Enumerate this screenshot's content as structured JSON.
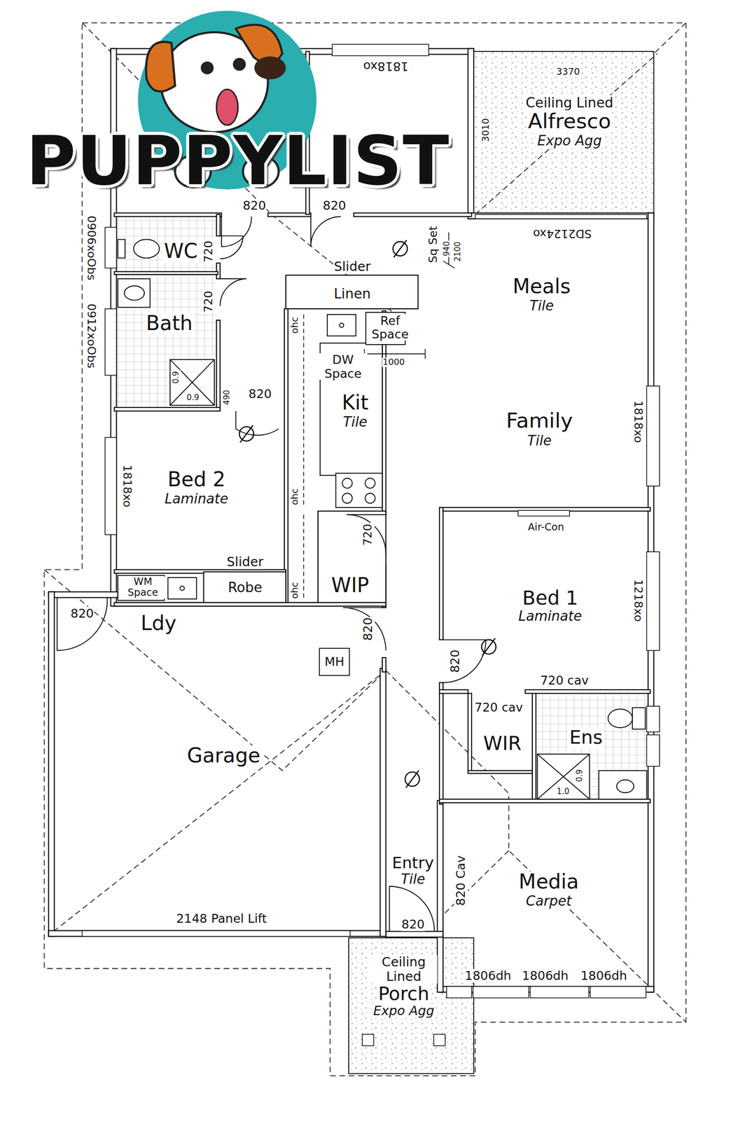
{
  "diagram": {
    "nodes": [
      {
        "text": [
          "Ceiling Lined",
          "Alfresco",
          "Expo Agg"
        ]
      },
      {
        "text": [
          "WC"
        ]
      },
      {
        "text": [
          "Meals",
          "Tile"
        ]
      },
      {
        "text": [
          "Linen"
        ]
      },
      {
        "text": [
          "Bath"
        ]
      },
      {
        "text": [
          "Kit",
          "Tile"
        ]
      },
      {
        "text": [
          "Family",
          "Tile"
        ]
      },
      {
        "text": [
          "Bed 2",
          "Laminate"
        ]
      },
      {
        "text": [
          "Robe"
        ]
      },
      {
        "text": [
          "WIP"
        ]
      },
      {
        "text": [
          "Bed 1",
          "Laminate"
        ]
      },
      {
        "text": [
          "Ldy"
        ]
      },
      {
        "text": [
          "WIR"
        ]
      },
      {
        "text": [
          "Ens"
        ]
      },
      {
        "text": [
          "Garage"
        ]
      },
      {
        "text": [
          "Entry",
          "Tile"
        ]
      },
      {
        "text": [
          "Media",
          "Carpet"
        ]
      },
      {
        "text": [
          "Ceiling Lined",
          "Porch",
          "Expo Agg"
        ]
      }
    ],
    "labels": [
      "PUPPYLIST",
      "1818xo",
      "3370",
      "3010",
      "820",
      "820",
      "0906xoObs",
      "720",
      "720",
      "0912xoObs",
      "Slider",
      "SD2124xo",
      "Sq Set",
      "940",
      "2100",
      "ohc",
      "Ref Space",
      "1000",
      "DW Space",
      "0.9",
      "0.9",
      "490",
      "820",
      "1818xo",
      "ohc",
      "720",
      "Air-Con",
      "1818xo",
      "Slider",
      "ohc",
      "WM Space",
      "820",
      "1218xo",
      "820",
      "MH",
      "820",
      "720 cav",
      "720 cav",
      "0.9",
      "1.0",
      "820 Cav",
      "2148 Panel Lift",
      "820",
      "1806dh",
      "1806dh",
      "1806dh"
    ]
  }
}
